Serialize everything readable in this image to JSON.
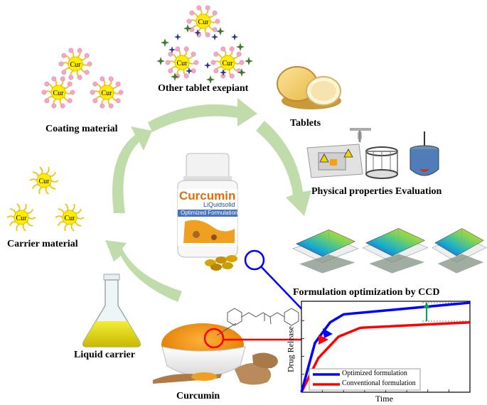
{
  "labels": {
    "other_excipient": "Other tablet exepiant",
    "coating": "Coating material",
    "tablets": "Tablets",
    "physical": "Physical properties Evaluation",
    "carrier": "Carrier material",
    "formulation": "Formulation optimization by CCD",
    "liquid": "Liquid carrier",
    "curcumin": "Curcumin"
  },
  "particle_text": "Cur",
  "bottle": {
    "brand": "Curcumin",
    "sub": "LiQuidsolid",
    "band": "Optimized Formulation"
  },
  "colors": {
    "arrow": "#a9d08e",
    "optimized": "#0000ff",
    "conventional": "#ff0000",
    "particle_core": "#ffee00",
    "particle_tip": "#f3a6c8",
    "accent_green": "#00a651"
  },
  "chart_data": {
    "type": "line",
    "xlabel": "Time",
    "ylabel": "Drug Release",
    "legend_position": "bottom-right",
    "series": [
      {
        "name": "Optimized formulation",
        "x": [
          0,
          0.08,
          0.17,
          0.25,
          1.0
        ],
        "values": [
          0,
          0.55,
          0.78,
          0.87,
          1.0
        ]
      },
      {
        "name": "Conventional formulation",
        "x": [
          0,
          0.1,
          0.22,
          0.35,
          1.0
        ],
        "values": [
          0,
          0.38,
          0.62,
          0.72,
          0.78
        ]
      }
    ],
    "xlim": [
      0,
      1
    ],
    "ylim": [
      0,
      1
    ]
  }
}
